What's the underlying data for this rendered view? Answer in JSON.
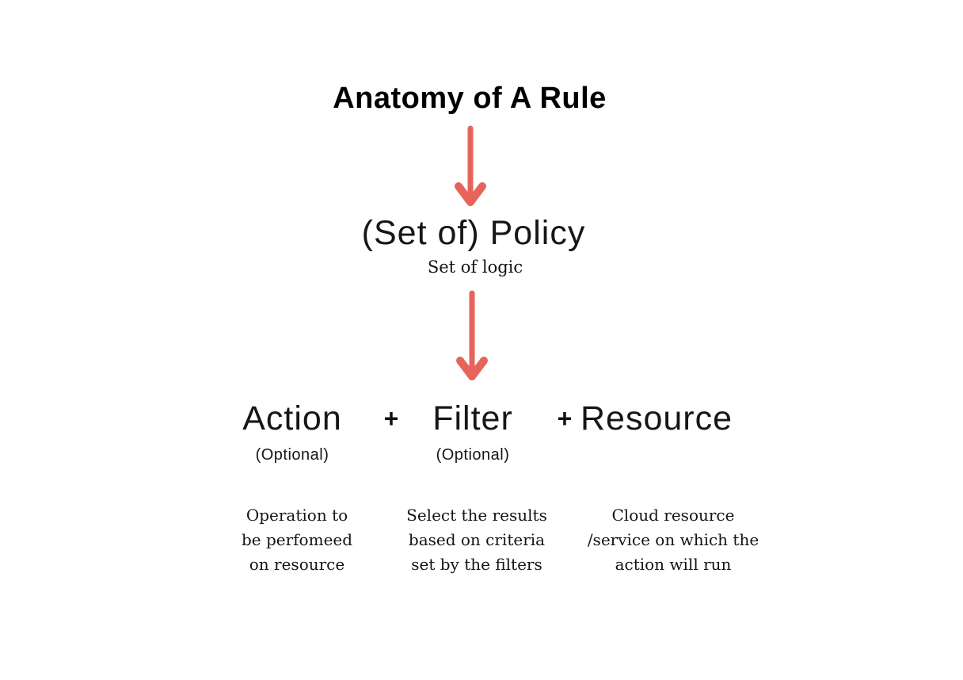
{
  "colors": {
    "arrow": "#E7645C",
    "text": "#111111",
    "background": "#FFFFFF"
  },
  "diagram": {
    "title": "Anatomy of A Rule",
    "policy": {
      "label": "(Set of) Policy",
      "sublabel": "Set of logic"
    },
    "plus": "+",
    "components": [
      {
        "label": "Action",
        "optional": "(Optional)",
        "description": "Operation to\nbe perfomeed\non resource"
      },
      {
        "label": "Filter",
        "optional": "(Optional)",
        "description": "Select the results\nbased on criteria\nset by the filters"
      },
      {
        "label": "Resource",
        "optional": "",
        "description": "Cloud resource\n/service on which the\naction will run"
      }
    ]
  }
}
